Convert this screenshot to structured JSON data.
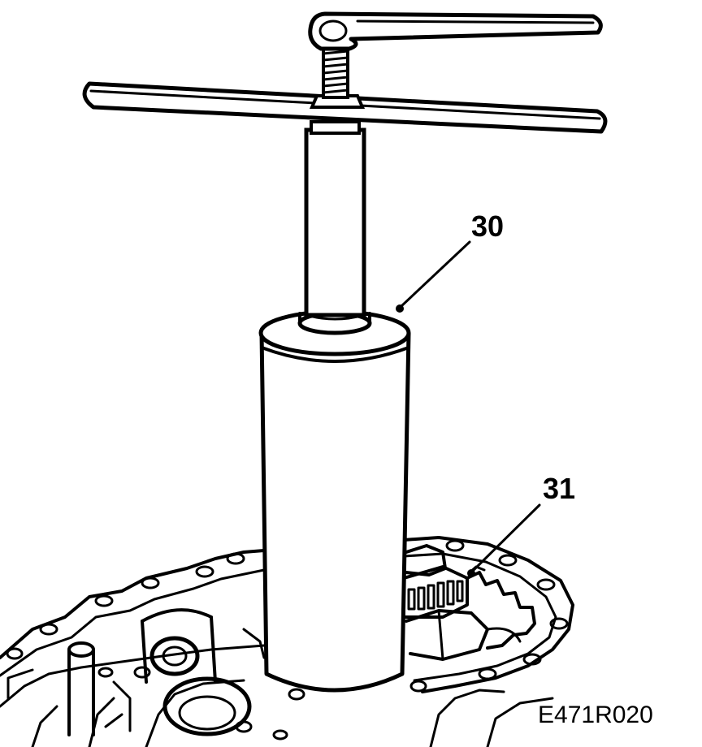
{
  "callouts": {
    "tool_label": "30",
    "bearing_label": "31"
  },
  "figure_ref": "E471R020",
  "colors": {
    "ink": "#000000",
    "paper": "#ffffff"
  }
}
